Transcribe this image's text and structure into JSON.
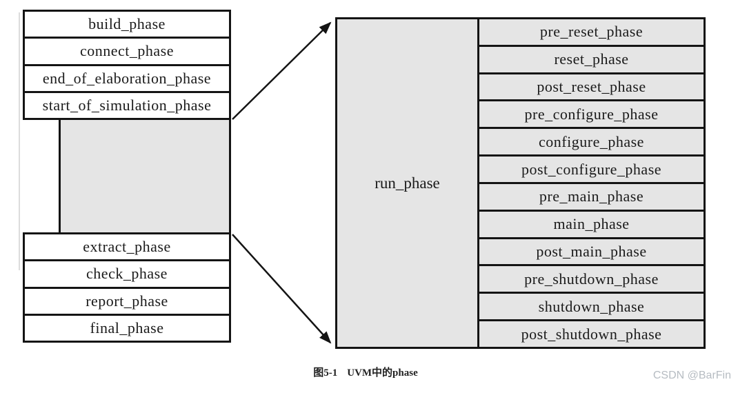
{
  "left_column": {
    "top_phases": [
      "build_phase",
      "connect_phase",
      "end_of_elaboration_phase",
      "start_of_simulation_phase"
    ],
    "bottom_phases": [
      "extract_phase",
      "check_phase",
      "report_phase",
      "final_phase"
    ]
  },
  "run_phase_box": {
    "label": "run_phase",
    "sub_phases": [
      "pre_reset_phase",
      "reset_phase",
      "post_reset_phase",
      "pre_configure_phase",
      "configure_phase",
      "post_configure_phase",
      "pre_main_phase",
      "main_phase",
      "post_main_phase",
      "pre_shutdown_phase",
      "shutdown_phase",
      "post_shutdown_phase"
    ]
  },
  "caption": {
    "number": "图5-1",
    "title": "UVM中的phase"
  },
  "watermark": "CSDN @BarFin",
  "colors": {
    "box_fill_gray": "#e5e5e5",
    "border_black": "#141414",
    "watermark_gray": "#b6bcc2"
  }
}
